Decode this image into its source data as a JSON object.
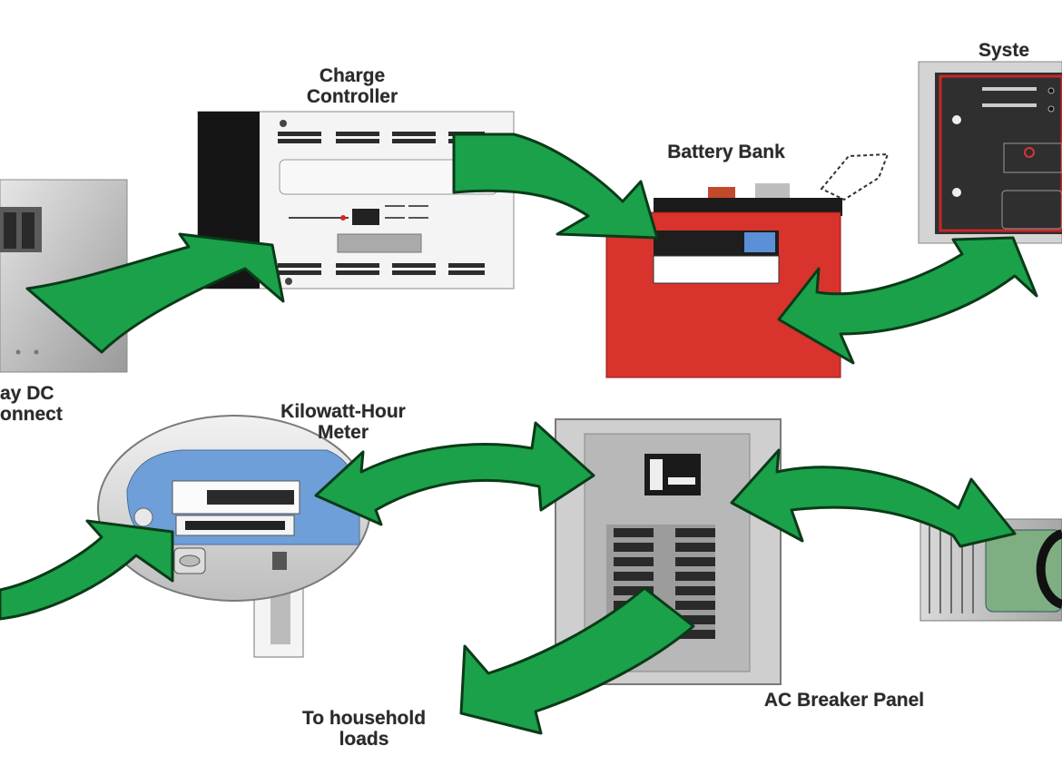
{
  "labels": {
    "charge_controller": [
      "Charge",
      "Controller"
    ],
    "battery_bank": "Battery Bank",
    "system_meter": "Syste",
    "array_dc_disconnect": [
      "ay DC",
      "onnect"
    ],
    "kwh_meter": [
      "Kilowatt-Hour",
      "Meter"
    ],
    "ac_breaker_panel": "AC Breaker Panel",
    "household_loads": [
      "To household",
      "loads"
    ]
  },
  "colors": {
    "arrow_fill": "#1aa14a",
    "arrow_stroke": "#0b3a18",
    "battery_red": "#d8332c",
    "meter_blue": "#6f9fd8",
    "panel_gray": "#b9b9b9",
    "dark": "#1b1b1b"
  }
}
